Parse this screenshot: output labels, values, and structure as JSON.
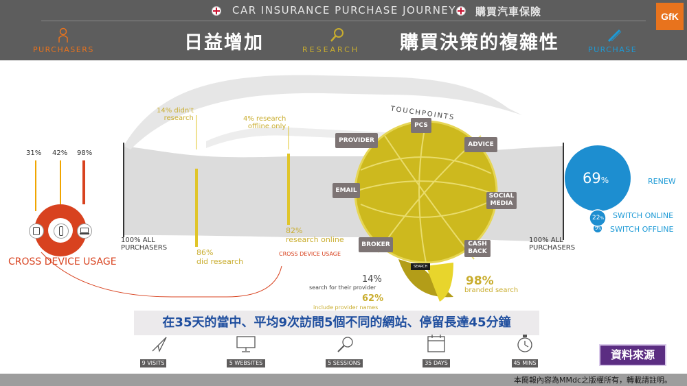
{
  "header": {
    "title": "CAR INSURANCE PURCHASE JOURNEY",
    "title_zh": "購買汽車保險",
    "headline_left": "日益增加",
    "headline_right": "購買決策的複雜性",
    "logo": "GfK",
    "stages": [
      "PURCHASERS",
      "RESEARCH",
      "PURCHASE"
    ]
  },
  "cross_device": {
    "values": [
      "31%",
      "42%",
      "98%"
    ],
    "label": "CROSS DEVICE USAGE",
    "icons": [
      "tablet-icon",
      "smartphone-icon",
      "laptop-icon"
    ]
  },
  "flow": {
    "start_label": "100% ALL\nPURCHASERS",
    "end_label": "100% ALL\nPURCHASERS",
    "no_research": "14% didn't\nresearch",
    "did_research": "86%\ndid research",
    "offline_only": "4% research\noffline only",
    "online": "82%\nresearch online",
    "cross_device_small": "CROSS DEVICE USAGE"
  },
  "touchpoints": {
    "label": "TOUCHPOINTS",
    "items": [
      "PCS",
      "PROVIDER",
      "ADVICE",
      "EMAIL",
      "SOCIAL\nMEDIA",
      "BROKER",
      "CASH\nBACK"
    ],
    "search_label": "SEARCH"
  },
  "search": {
    "provider_pct": "14%",
    "provider_text": "search for their provider",
    "names_pct": "62%",
    "names_text": "include provider names",
    "branded_pct": "98%",
    "branded_text": "branded search"
  },
  "purchase": {
    "renew_pct": "69",
    "renew_label": "RENEW",
    "switch_online_pct": "22",
    "switch_online_label": "SWITCH ONLINE",
    "switch_offline_pct": "9",
    "switch_offline_label": "SWITCH OFFLINE",
    "pct_symbol": "%"
  },
  "banner": "在35天的當中、平均9次訪問5個不同的網站、停留長達45分鐘",
  "stats": [
    {
      "icon": "cursor-icon",
      "label": "9 VISITS"
    },
    {
      "icon": "monitor-icon",
      "label": "5 WEBSITES"
    },
    {
      "icon": "magnifier-icon",
      "label": "5 SESSIONS"
    },
    {
      "icon": "calendar-icon",
      "label": "35 DAYS"
    },
    {
      "icon": "stopwatch-icon",
      "label": "45 MINS"
    }
  ],
  "source_button": "資料來源",
  "footer": "本簡報內容為MMdc之版權所有，轉載請註明。",
  "colors": {
    "orange": "#d8421f",
    "gold": "#c9ad2e",
    "blue": "#1d9ad6",
    "purple": "#5b2d82",
    "header": "#5d5d5d"
  }
}
